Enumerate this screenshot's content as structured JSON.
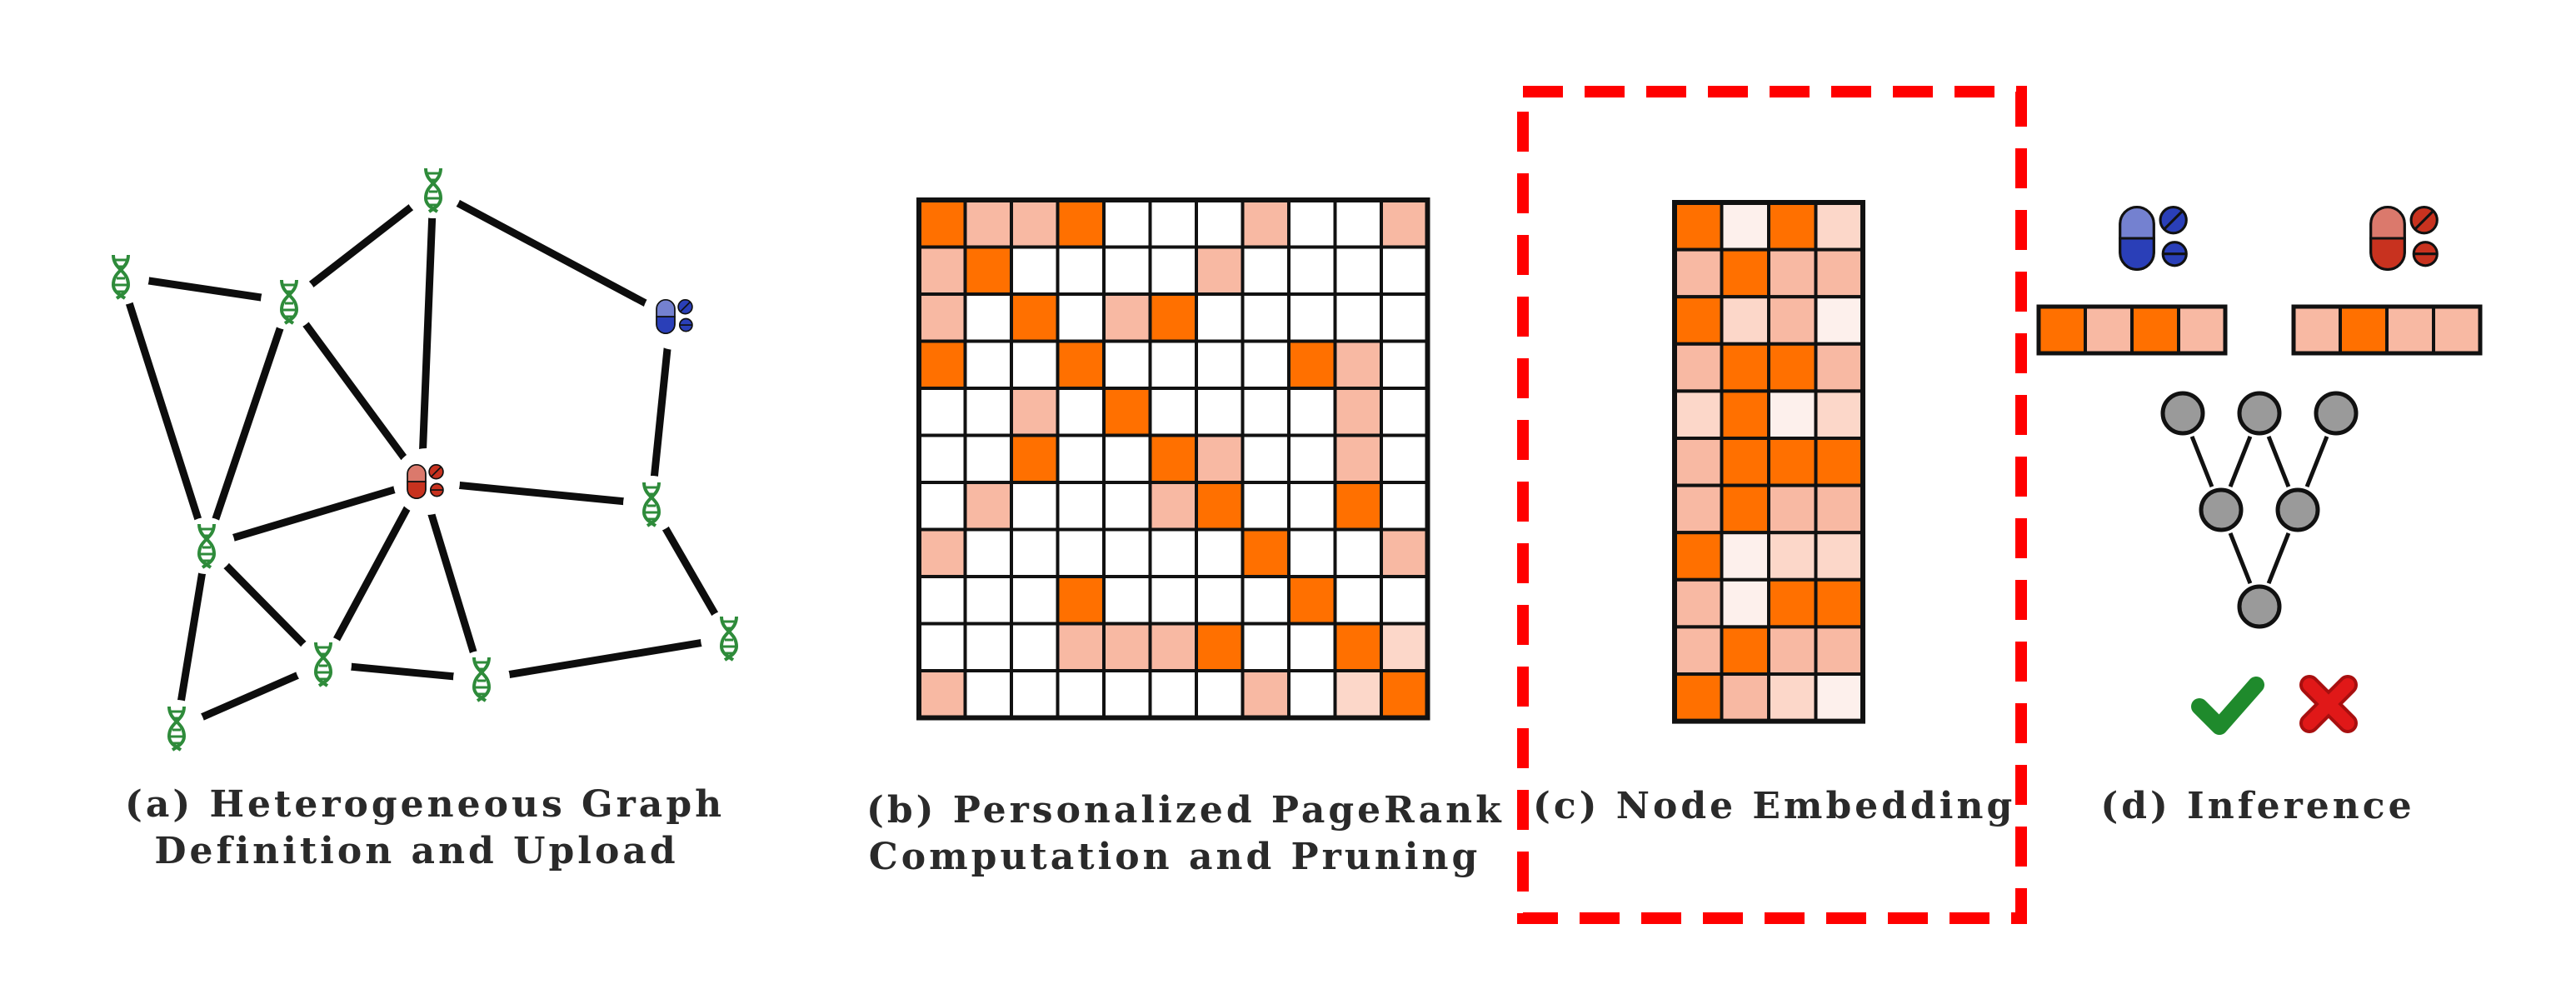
{
  "captions": {
    "a": [
      "(a) Heterogeneous Graph",
      "Definition and Upload"
    ],
    "b": [
      "(b) Personalized PageRank",
      "Computation and Pruning"
    ],
    "c": "(c) Node Embedding",
    "d": "(d) Inference"
  },
  "colors": {
    "strong": "#ff7000",
    "light": "#f8b9a3",
    "lighter": "#fcd7c9",
    "lightest": "#fdf0ec",
    "empty": "#ffffff",
    "grid_border": "#111111",
    "highlight_box": "#ff0000",
    "gene": "#2e8b3a",
    "drug_blue": "#2a3fb8",
    "drug_red": "#c8321f",
    "tree_node": "#9a9a9a",
    "check": "#1f8a2c",
    "cross": "#e01818"
  },
  "graph": {
    "nodes": [
      {
        "id": "g1",
        "type": "gene"
      },
      {
        "id": "g2",
        "type": "gene"
      },
      {
        "id": "g3",
        "type": "gene"
      },
      {
        "id": "d_blue",
        "type": "drug",
        "color": "blue"
      },
      {
        "id": "d_red",
        "type": "drug",
        "color": "red"
      },
      {
        "id": "g4",
        "type": "gene"
      },
      {
        "id": "g5",
        "type": "gene"
      },
      {
        "id": "g6",
        "type": "gene"
      },
      {
        "id": "g7",
        "type": "gene"
      },
      {
        "id": "g8",
        "type": "gene"
      },
      {
        "id": "g9",
        "type": "gene"
      }
    ],
    "edges": [
      [
        "g1",
        "g2"
      ],
      [
        "g2",
        "g3"
      ],
      [
        "g3",
        "d_blue"
      ],
      [
        "g1",
        "g4"
      ],
      [
        "g2",
        "g4"
      ],
      [
        "g2",
        "d_red"
      ],
      [
        "g3",
        "d_red"
      ],
      [
        "d_blue",
        "g5"
      ],
      [
        "g4",
        "d_red"
      ],
      [
        "d_red",
        "g5"
      ],
      [
        "g4",
        "g6"
      ],
      [
        "g4",
        "g7"
      ],
      [
        "d_red",
        "g6"
      ],
      [
        "d_red",
        "g8"
      ],
      [
        "g5",
        "g9"
      ],
      [
        "g6",
        "g8"
      ],
      [
        "g8",
        "g9"
      ],
      [
        "g7",
        "g6"
      ]
    ]
  },
  "ppr_matrix": [
    [
      2,
      1,
      1,
      2,
      0,
      0,
      0,
      1,
      0,
      0,
      1
    ],
    [
      1,
      2,
      0,
      0,
      0,
      0,
      1,
      0,
      0,
      0,
      0
    ],
    [
      1,
      0,
      2,
      0,
      1,
      2,
      0,
      0,
      0,
      0,
      0
    ],
    [
      2,
      0,
      0,
      2,
      0,
      0,
      0,
      0,
      2,
      1,
      0
    ],
    [
      0,
      0,
      1,
      0,
      2,
      0,
      0,
      0,
      0,
      1,
      0
    ],
    [
      0,
      0,
      2,
      0,
      0,
      2,
      1,
      0,
      0,
      1,
      0
    ],
    [
      0,
      1,
      0,
      0,
      0,
      1,
      2,
      0,
      0,
      2,
      0
    ],
    [
      1,
      0,
      0,
      0,
      0,
      0,
      0,
      2,
      0,
      0,
      1
    ],
    [
      0,
      0,
      0,
      2,
      0,
      0,
      0,
      0,
      2,
      0,
      0
    ],
    [
      0,
      0,
      0,
      1,
      1,
      1,
      2,
      0,
      0,
      2,
      3
    ],
    [
      1,
      0,
      0,
      0,
      0,
      0,
      0,
      1,
      0,
      3,
      2
    ]
  ],
  "embedding_matrix": [
    [
      2,
      4,
      2,
      3
    ],
    [
      1,
      2,
      1,
      1
    ],
    [
      2,
      3,
      1,
      4
    ],
    [
      1,
      2,
      2,
      1
    ],
    [
      3,
      2,
      4,
      3
    ],
    [
      1,
      2,
      2,
      2
    ],
    [
      1,
      2,
      1,
      1
    ],
    [
      2,
      4,
      3,
      3
    ],
    [
      1,
      4,
      2,
      2
    ],
    [
      1,
      2,
      1,
      1
    ],
    [
      2,
      1,
      3,
      4
    ]
  ],
  "inference": {
    "vector_blue": [
      2,
      1,
      2,
      1
    ],
    "vector_red": [
      1,
      2,
      1,
      1
    ]
  }
}
